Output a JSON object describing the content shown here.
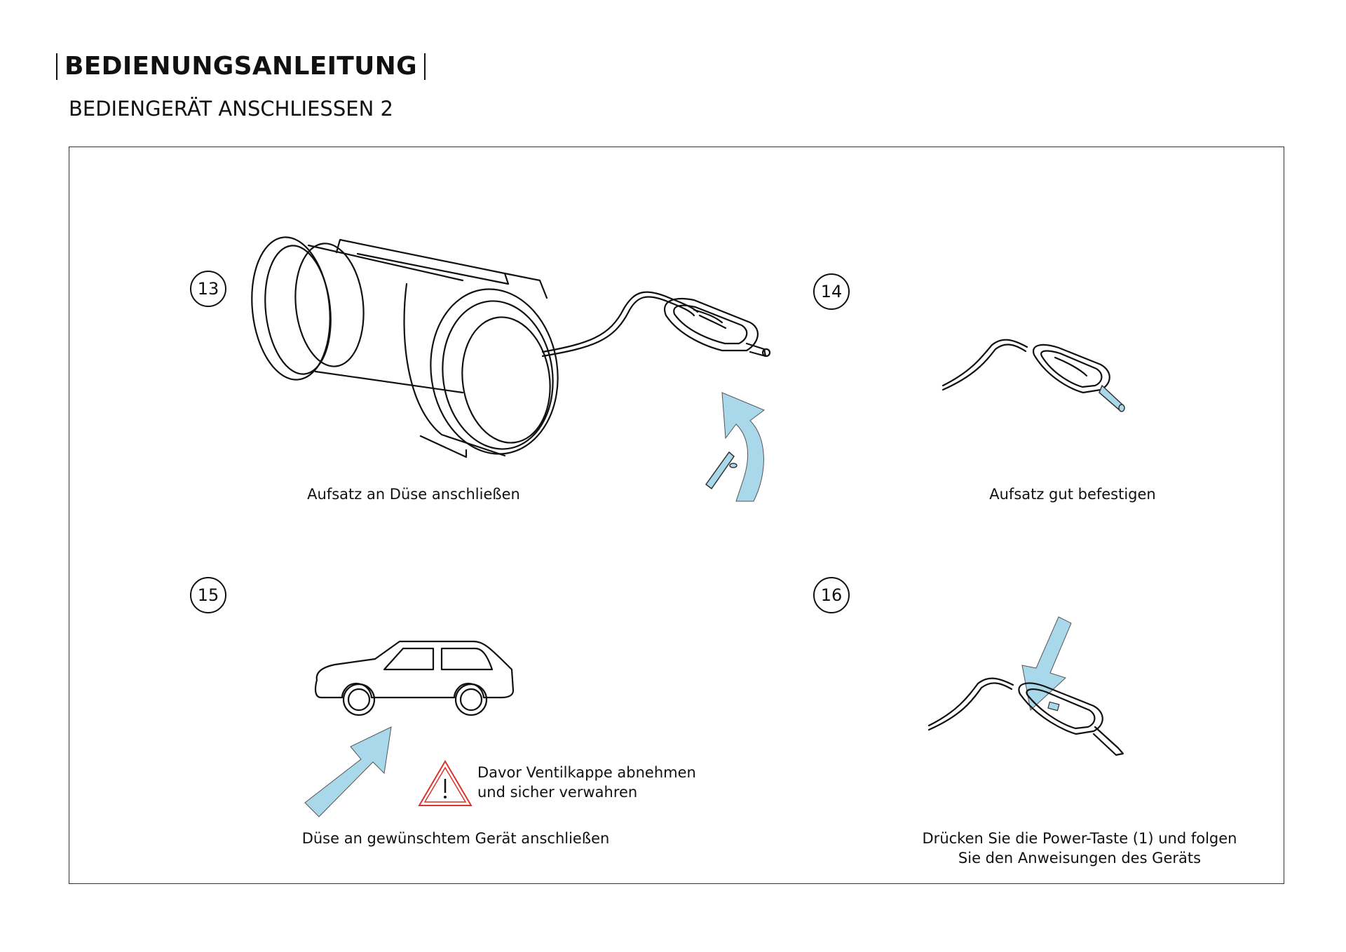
{
  "header": {
    "title": "BEDIENUNGSANLEITUNG",
    "subtitle": "BEDIENGERÄT ANSCHLIESSEN 2"
  },
  "steps": [
    {
      "number": "13",
      "caption": "Aufsatz an Düse anschließen",
      "icon": "pump-nozzle-illustration"
    },
    {
      "number": "14",
      "caption": "Aufsatz gut befestigen",
      "icon": "nozzle-adapter-illustration"
    },
    {
      "number": "15",
      "caption": "Düse an gewünschtem Gerät anschließen",
      "icon": "car-illustration",
      "warning": {
        "line1": "Davor Ventilkappe abnehmen",
        "line2": "und sicher verwahren",
        "icon": "warning-triangle-icon"
      }
    },
    {
      "number": "16",
      "caption_line1": "Drücken Sie die Power-Taste (1) und folgen",
      "caption_line2": "Sie den Anweisungen des Geräts",
      "icon": "power-button-press-illustration"
    }
  ],
  "colors": {
    "arrow": "#a9d8ea",
    "stroke": "#111111",
    "warning": "#d9362b"
  }
}
